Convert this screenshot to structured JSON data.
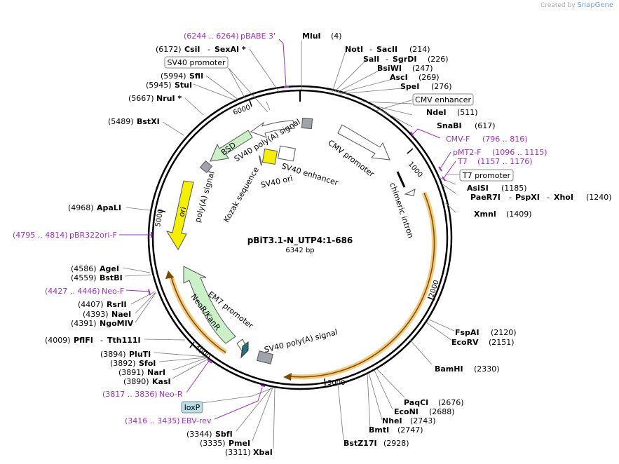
{
  "credit": {
    "prefix": "Created by",
    "brand": "SnapGene"
  },
  "plasmid": {
    "name": "pBiT3.1-N_UTP4:1-686",
    "size": "6342 bp"
  },
  "ticks": [
    "1000",
    "2000",
    "3000",
    "4000",
    "5000",
    "6000"
  ],
  "sites": [
    {
      "name": "MluI",
      "pos": "(4)"
    },
    {
      "name": "NotI",
      "extra": "SacII",
      "pos": "(214)"
    },
    {
      "name": "SalI",
      "extra": "SgrDI",
      "pos": "(226)"
    },
    {
      "name": "BsiWI",
      "pos": "(247)"
    },
    {
      "name": "AscI",
      "pos": "(269)"
    },
    {
      "name": "SpeI",
      "pos": "(276)"
    },
    {
      "name": "NdeI",
      "pos": "(511)"
    },
    {
      "name": "SnaBI",
      "pos": "(617)"
    },
    {
      "name": "AsiSI",
      "pos": "(1185)"
    },
    {
      "name": "PaeR7I",
      "extra": "PspXI",
      "extra2": "XhoI",
      "pos": "(1240)"
    },
    {
      "name": "XmnI",
      "pos": "(1409)"
    },
    {
      "name": "FspAI",
      "pos": "(2120)"
    },
    {
      "name": "EcoRV",
      "pos": "(2151)"
    },
    {
      "name": "BamHI",
      "pos": "(2330)"
    },
    {
      "name": "PaqCI",
      "pos": "(2676)"
    },
    {
      "name": "EcoNI",
      "pos": "(2688)"
    },
    {
      "name": "NheI",
      "pos": "(2743)"
    },
    {
      "name": "BmtI",
      "pos": "(2747)"
    },
    {
      "name": "BstZ17I",
      "pos": "(2928)"
    },
    {
      "name": "XbaI",
      "pos": "(3311)"
    },
    {
      "name": "PmeI",
      "pos": "(3335)"
    },
    {
      "name": "SbfI",
      "pos": "(3344)"
    },
    {
      "name": "KasI",
      "pos": "(3890)"
    },
    {
      "name": "NarI",
      "pos": "(3891)"
    },
    {
      "name": "SfoI",
      "pos": "(3892)"
    },
    {
      "name": "PluTI",
      "pos": "(3894)"
    },
    {
      "name": "PflFI",
      "extra": "Tth111I",
      "pos": "(4009)"
    },
    {
      "name": "NgoMIV",
      "pos": "(4391)"
    },
    {
      "name": "NaeI",
      "pos": "(4393)"
    },
    {
      "name": "RsrII",
      "pos": "(4407)"
    },
    {
      "name": "BstBI",
      "pos": "(4559)"
    },
    {
      "name": "AgeI",
      "pos": "(4586)"
    },
    {
      "name": "ApaLI",
      "pos": "(4968)"
    },
    {
      "name": "BstXI",
      "pos": "(5489)"
    },
    {
      "name": "NruI *",
      "pos": "(5667)"
    },
    {
      "name": "StuI",
      "pos": "(5945)"
    },
    {
      "name": "SfiI",
      "pos": "(5994)"
    },
    {
      "name": "CsiI",
      "extra": "SexAI *",
      "pos": "(6172)"
    }
  ],
  "primers": [
    {
      "range": "(6244 .. 6264)",
      "name": "pBABE 3'"
    },
    {
      "name": "CMV-F",
      "range": "(796 .. 816)"
    },
    {
      "name": "pMT2-F",
      "range": "(1096 .. 1115)"
    },
    {
      "name": "T7",
      "range": "(1157 .. 1176)"
    },
    {
      "range": "(4795 .. 4814)",
      "name": "pBR322ori-F"
    },
    {
      "range": "(4427 .. 4446)",
      "name": "Neo-F"
    },
    {
      "range": "(3817 .. 3836)",
      "name": "Neo-R"
    },
    {
      "range": "(3416 .. 3435)",
      "name": "EBV-rev"
    }
  ],
  "boxed_labels": [
    "SV40 promoter",
    "CMV enhancer",
    "T7 promoter",
    "loxP"
  ],
  "features": {
    "cmv_promoter": "CMV promoter",
    "chimeric_intron": "chimeric intron",
    "sv40_polya_top": "SV40 poly(A) signal",
    "bsd": "BSD",
    "sv40_enhancer": "SV40 enhancer",
    "sv40_ori": "SV40 ori",
    "kozak": "Kozak sequence",
    "ori": "ori",
    "polya": "poly(A) signal",
    "em7": "EM7 promoter",
    "neo": "NeoR/KanR",
    "sv40_polya_bottom": "SV40 poly(A) signal"
  }
}
